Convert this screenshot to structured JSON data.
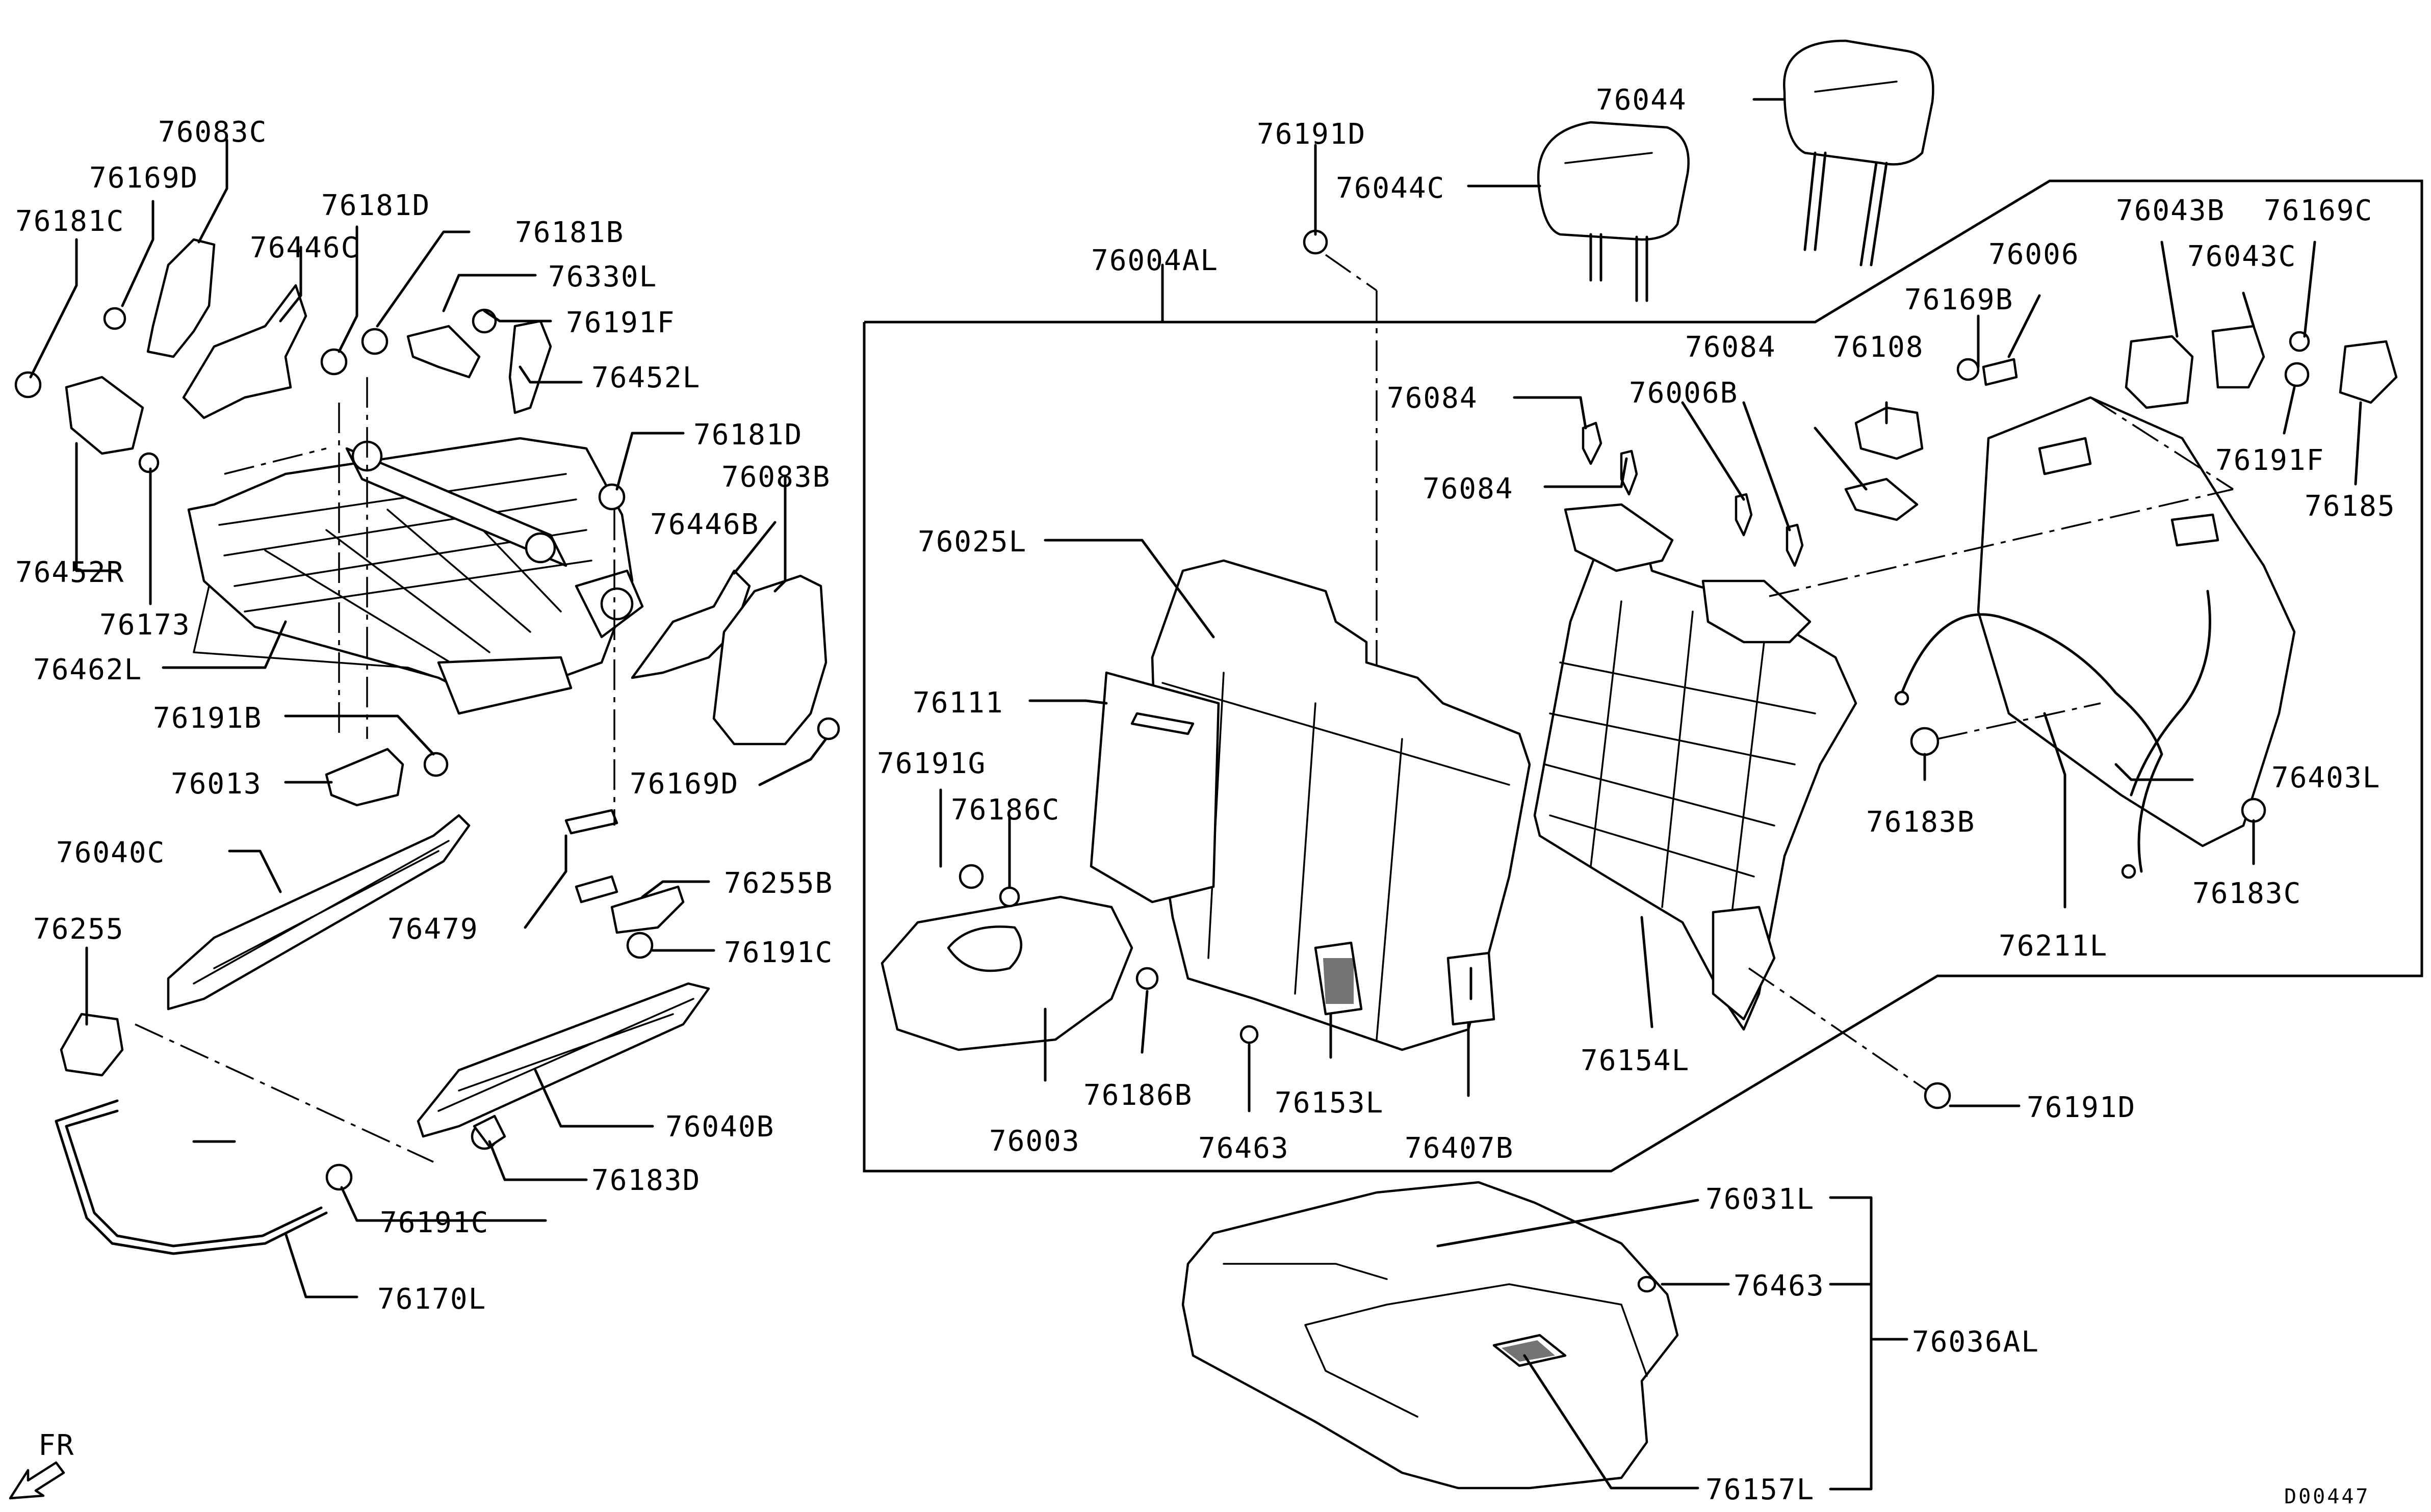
{
  "diagram": {
    "orientation_label": "FR",
    "drawing_code": "D00447",
    "part_labels": {
      "p76083C": "76083C",
      "p76169D_a": "76169D",
      "p76181C": "76181C",
      "p76446C": "76446C",
      "p76181D_a": "76181D",
      "p76181B": "76181B",
      "p76330L": "76330L",
      "p76191F_a": "76191F",
      "p76452L": "76452L",
      "p76452R": "76452R",
      "p76173": "76173",
      "p76462L": "76462L",
      "p76181D_b": "76181D",
      "p76083B": "76083B",
      "p76446B": "76446B",
      "p76191B": "76191B",
      "p76013": "76013",
      "p76169D_b": "76169D",
      "p76040C": "76040C",
      "p76255": "76255",
      "p76479": "76479",
      "p76255B": "76255B",
      "p76191C_a": "76191C",
      "p76040B": "76040B",
      "p76183D": "76183D",
      "p76191C_b": "76191C",
      "p76170L": "76170L",
      "p76191D_a": "76191D",
      "p76044C": "76044C",
      "p76044": "76044",
      "p76004AL": "76004AL",
      "p76025L": "76025L",
      "p76111": "76111",
      "p76191G": "76191G",
      "p76186C": "76186C",
      "p76003": "76003",
      "p76186B": "76186B",
      "p76463_a": "76463",
      "p76153L": "76153L",
      "p76407B": "76407B",
      "p76154L": "76154L",
      "p76084_a": "76084",
      "p76084_b": "76084",
      "p76084_c": "76084",
      "p76006B": "76006B",
      "p76108": "76108",
      "p76169B": "76169B",
      "p76006": "76006",
      "p76043B": "76043B",
      "p76169C": "76169C",
      "p76043C": "76043C",
      "p76191F_b": "76191F",
      "p76185": "76185",
      "p76183B": "76183B",
      "p76403L": "76403L",
      "p76183C": "76183C",
      "p76211L": "76211L",
      "p76191D_b": "76191D",
      "p76031L": "76031L",
      "p76463_b": "76463",
      "p76036AL": "76036AL",
      "p76157L": "76157L"
    }
  }
}
